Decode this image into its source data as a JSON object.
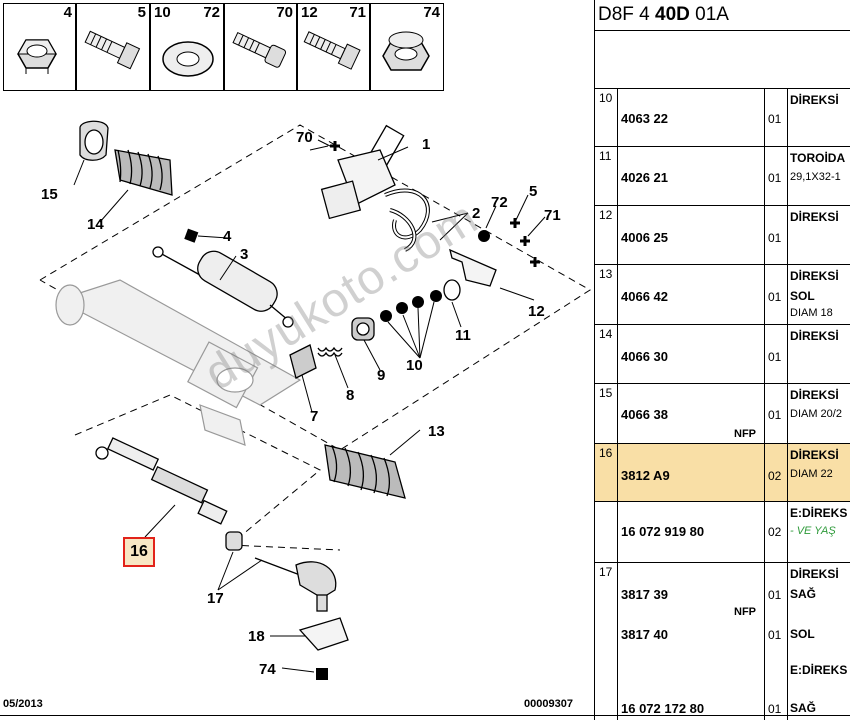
{
  "parts_strip": [
    {
      "num": "4"
    },
    {
      "num": "5"
    },
    {
      "num": "10"
    },
    {
      "num": "72"
    },
    {
      "num": "70"
    },
    {
      "num": "12"
    },
    {
      "num": "71"
    },
    {
      "num": "74"
    }
  ],
  "callouts": {
    "c1": "1",
    "c2": "2",
    "c3": "3",
    "c4": "4",
    "c5": "5",
    "c7": "7",
    "c8": "8",
    "c9": "9",
    "c10": "10",
    "c11": "11",
    "c12": "12",
    "c13": "13",
    "c14": "14",
    "c15": "15",
    "c17": "17",
    "c18": "18",
    "c70": "70",
    "c71": "71",
    "c72": "72",
    "c74": "74"
  },
  "selected_callout": "16",
  "watermark": "duyukoto.com",
  "footer": {
    "date": "05/2013",
    "number": "00009307"
  },
  "panel": {
    "code_prefix": "D8F 4 ",
    "code_bold": "40D",
    "code_suffix": " 01A",
    "rows": [
      {
        "idx": "10",
        "ref": "4063 22",
        "qty": "01",
        "desc": "DİREKSİ",
        "sub": ""
      },
      {
        "idx": "11",
        "ref": "4026 21",
        "qty": "01",
        "desc": "TOROİDA",
        "sub": "29,1X32-1"
      },
      {
        "idx": "12",
        "ref": "4006 25",
        "qty": "01",
        "desc": "DİREKSİ",
        "sub": ""
      },
      {
        "idx": "13",
        "ref": "4066 42",
        "qty": "01",
        "desc": "DİREKSİ",
        "sub": "SOL",
        "sub2": "DIAM 18"
      },
      {
        "idx": "14",
        "ref": "4066 30",
        "qty": "01",
        "desc": "DİREKSİ",
        "sub": ""
      },
      {
        "idx": "15",
        "ref": "4066 38",
        "qty": "01",
        "desc": "DİREKSİ",
        "sub": "DIAM 20/2",
        "nfp": "NFP"
      },
      {
        "idx": "16",
        "ref": "3812 A9",
        "qty": "02",
        "desc": "DİREKSİ",
        "sub": "DIAM 22"
      },
      {
        "idx": "",
        "ref": "16 072 919 80",
        "qty": "02",
        "desc": "E:DİREKS",
        "green": "- VE YAŞ"
      },
      {
        "idx": "17",
        "ref": "3817 39",
        "qty": "01",
        "desc": "DİREKSİ",
        "sub": "SAĞ",
        "nfp": "NFP",
        "ref2": "3817 40",
        "qty2": "01",
        "sub3": "SOL"
      },
      {
        "idx": "",
        "ref": "16 072 172 80",
        "qty": "01",
        "desc": "E:DİREKS",
        "sub": "SAĞ"
      }
    ]
  }
}
